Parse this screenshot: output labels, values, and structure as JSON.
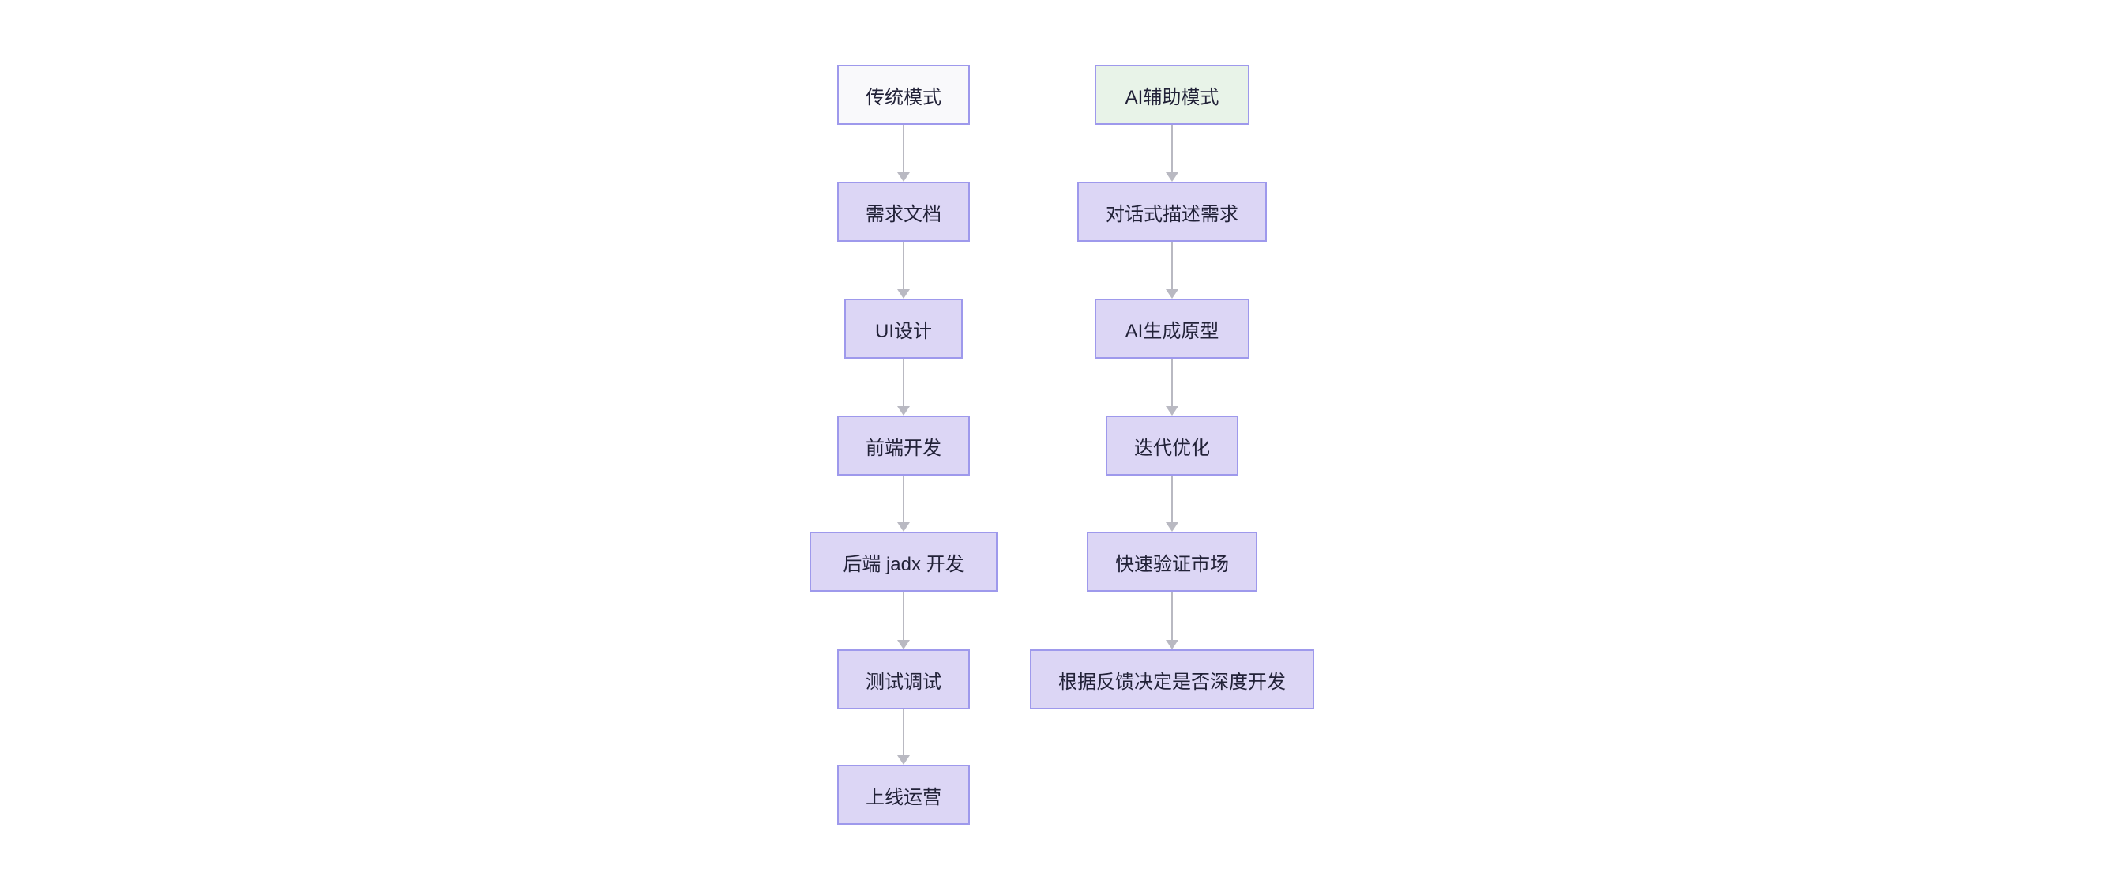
{
  "diagram": {
    "type": "flowchart",
    "orientation": "top-down",
    "columns": [
      {
        "id": "traditional",
        "nodes": [
          {
            "label": "传统模式",
            "variant": "neutral-start"
          },
          {
            "label": "需求文档",
            "variant": "default"
          },
          {
            "label": "UI设计",
            "variant": "default"
          },
          {
            "label": "前端开发",
            "variant": "default"
          },
          {
            "label": "后端 jadx 开发",
            "variant": "default"
          },
          {
            "label": "测试调试",
            "variant": "default"
          },
          {
            "label": "上线运营",
            "variant": "default"
          }
        ],
        "edges": [
          {
            "from": "传统模式",
            "to": "需求文档"
          },
          {
            "from": "需求文档",
            "to": "UI设计"
          },
          {
            "from": "UI设计",
            "to": "前端开发"
          },
          {
            "from": "前端开发",
            "to": "后端 jadx 开发"
          },
          {
            "from": "后端 jadx 开发",
            "to": "测试调试"
          },
          {
            "from": "测试调试",
            "to": "上线运营"
          }
        ]
      },
      {
        "id": "ai-assisted",
        "nodes": [
          {
            "label": "AI辅助模式",
            "variant": "green-start"
          },
          {
            "label": "对话式描述需求",
            "variant": "default"
          },
          {
            "label": "AI生成原型",
            "variant": "default"
          },
          {
            "label": "迭代优化",
            "variant": "default"
          },
          {
            "label": "快速验证市场",
            "variant": "default"
          },
          {
            "label": "根据反馈决定是否深度开发",
            "variant": "default"
          }
        ],
        "edges": [
          {
            "from": "AI辅助模式",
            "to": "对话式描述需求"
          },
          {
            "from": "对话式描述需求",
            "to": "AI生成原型"
          },
          {
            "from": "AI生成原型",
            "to": "迭代优化"
          },
          {
            "from": "迭代优化",
            "to": "快速验证市场"
          },
          {
            "from": "快速验证市场",
            "to": "根据反馈决定是否深度开发"
          }
        ]
      }
    ],
    "colors": {
      "background": "#ffffff",
      "node_fill": "#dcd6f5",
      "node_border": "#9e99ec",
      "neutral_start_fill": "#f9f9fb",
      "green_start_fill": "#e8f3e8",
      "arrow": "#b9b9c2",
      "text": "#222238"
    }
  }
}
